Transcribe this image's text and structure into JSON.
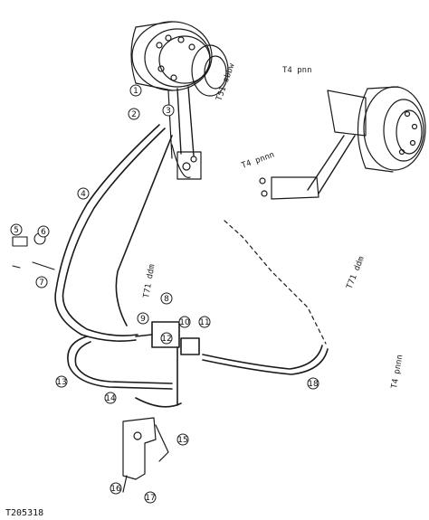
{
  "figure_id": "T205318",
  "callouts": [
    "1",
    "2",
    "3",
    "4",
    "5",
    "6",
    "7",
    "8",
    "9",
    "10",
    "11",
    "12",
    "13",
    "14",
    "15",
    "16",
    "17",
    "18"
  ],
  "labels": {
    "motor_left": "T4 pnn",
    "motor_right": "T4 pnnn",
    "hose_left": "T51 sbbw",
    "hose_left2": "T71 ddm",
    "hose_right": "T4 pnnn",
    "hose_right2": "T71 ddm"
  }
}
